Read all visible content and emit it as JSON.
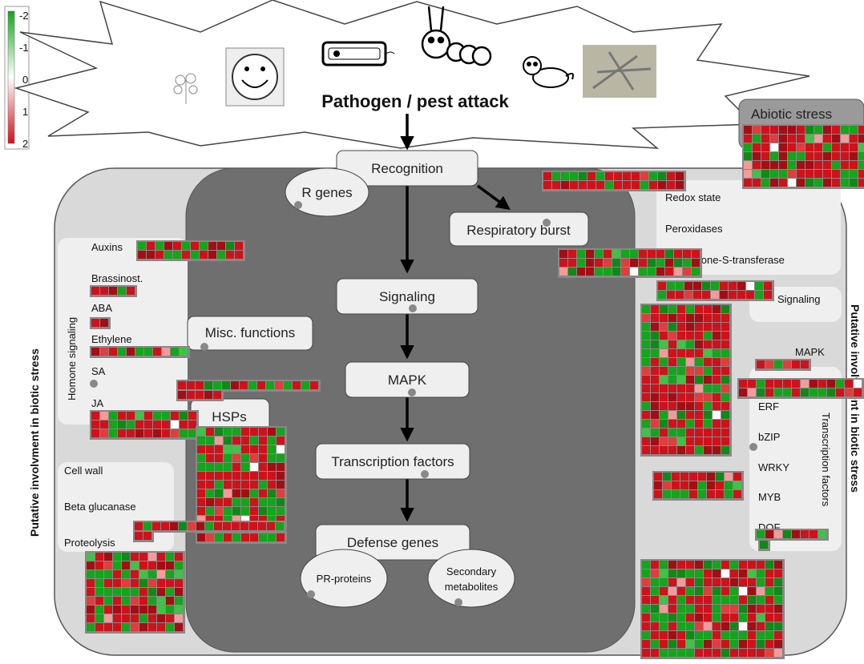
{
  "legend": {
    "ticks": [
      "-2",
      "-1",
      "0",
      "1",
      "2"
    ],
    "colors": {
      "down": "#12a61a",
      "mid": "#ffffff",
      "up": "#d0111a"
    }
  },
  "header": {
    "title": "Pathogen / pest attack"
  },
  "icons": [
    "plant-icon",
    "fungus-icon",
    "bacterium-icon",
    "caterpillar-icon",
    "aphid-icon",
    "nematode-photo"
  ],
  "process": {
    "recognition": "Recognition",
    "r_genes": "R genes",
    "respiratory_burst": "Respiratory burst",
    "signaling": "Signaling",
    "misc_functions": "Misc. functions",
    "mapk": "MAPK",
    "hsps": "HSPs",
    "transcription_factors": "Transcription factors",
    "defense_genes": "Defense genes",
    "pr_proteins": "PR-proteins",
    "secondary_metabolites_line1": "Secondary",
    "secondary_metabolites_line2": "metabolites"
  },
  "left_panel": {
    "hormone_signaling": "Homone signaling",
    "auxins": "Auxins",
    "brassinost": "Brassinost.",
    "aba": "ABA",
    "ethylene": "Ethylene",
    "sa": "SA",
    "ja": "JA",
    "cell_wall": "Cell wall",
    "beta_glucanase": "Beta glucanase",
    "proteolysis": "Proteolysis"
  },
  "right_panel": {
    "abiotic_stress": "Abiotic stress",
    "redox_state": "Redox state",
    "peroxidases": "Peroxidases",
    "gst": "Glutathione-S-transferase",
    "signaling": "Signaling",
    "mapk": "MAPK",
    "erf": "ERF",
    "bzip": "bZIP",
    "wrky": "WRKY",
    "myb": "MYB",
    "dof": "DOF",
    "transcription_factors": "Transcription factors"
  },
  "side_labels": {
    "left": "Putative involvment in biotic stress",
    "right": "Putative involvment in biotic stress"
  }
}
